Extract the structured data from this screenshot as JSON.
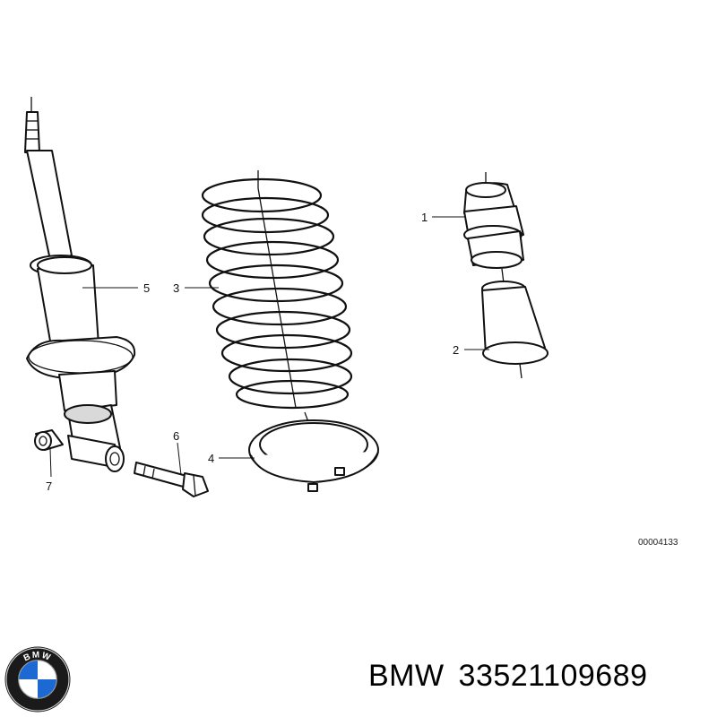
{
  "diagram": {
    "callouts": {
      "c1": "1",
      "c2": "2",
      "c3": "3",
      "c4": "4",
      "c5": "5",
      "c6": "6",
      "c7": "7"
    },
    "reference_code": "00004133"
  },
  "footer": {
    "brand": "BMW",
    "part_number": "33521109689",
    "logo_text": "BMW"
  },
  "colors": {
    "logo_blue": "#1c69d4",
    "logo_ring": "#1a1a1a",
    "line": "#111111"
  }
}
